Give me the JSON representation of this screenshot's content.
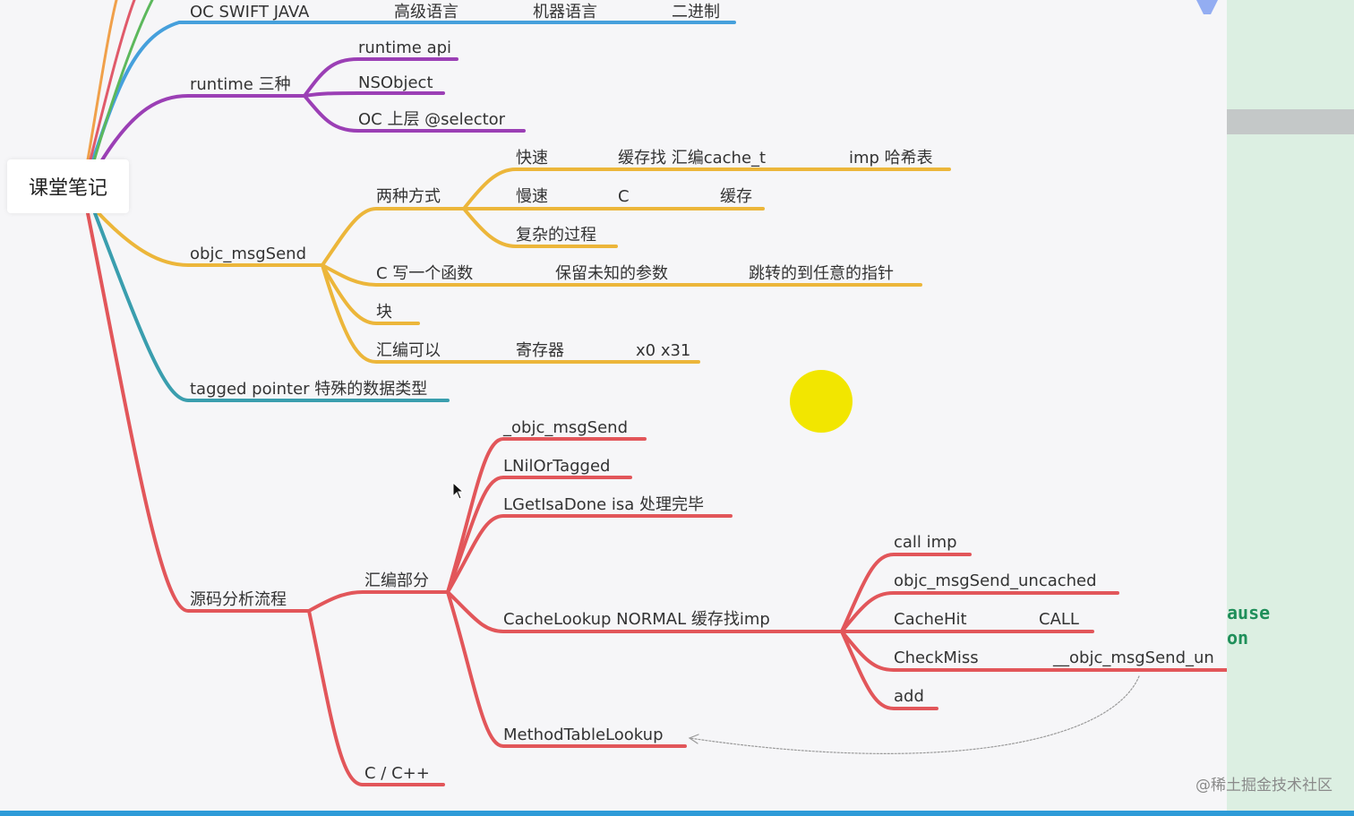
{
  "root": "课堂笔记",
  "branches": {
    "top_partial": {
      "label": "OC SWIFT JAVA",
      "items": [
        "高级语言",
        "机器语言",
        "二进制"
      ]
    },
    "runtime": {
      "label": "runtime 三种",
      "children": [
        "runtime api",
        "NSObject",
        "OC 上层 @selector"
      ]
    },
    "msgsend": {
      "label": "objc_msgSend",
      "two_ways": {
        "label": "两种方式",
        "fast": [
          "快速",
          "缓存找 汇编cache_t",
          "imp 哈希表"
        ],
        "slow": [
          "慢速",
          "C",
          "缓存"
        ],
        "complex": "复杂的过程"
      },
      "c_func": [
        "C 写一个函数",
        "保留未知的参数",
        "跳转的到任意的指针"
      ],
      "block": "块",
      "asm": [
        "汇编可以",
        "寄存器",
        "x0 x31"
      ]
    },
    "tagged": {
      "label": "tagged pointer 特殊的数据类型"
    },
    "source": {
      "label": "源码分析流程",
      "asm_part": {
        "label": "汇编部分",
        "children": [
          "_objc_msgSend",
          "LNilOrTagged",
          "LGetIsaDone isa 处理完毕",
          "CacheLookup NORMAL 缓存找imp",
          "MethodTableLookup"
        ],
        "cache_lookup_children": [
          "call imp",
          "objc_msgSend_uncached",
          "CacheHit",
          "CALL",
          "CheckMiss",
          "__objc_msgSend_un",
          "add"
        ]
      },
      "c_cpp": "C / C++"
    }
  },
  "side_code": [
    "ause",
    "on"
  ],
  "watermark": "@稀土掘金技术社区",
  "colors": {
    "purple": "#9b3fb5",
    "yellow": "#ecb63a",
    "teal": "#3a9eae",
    "red": "#e2565a",
    "blue": "#46a0dc",
    "laser": "#f2e600"
  }
}
